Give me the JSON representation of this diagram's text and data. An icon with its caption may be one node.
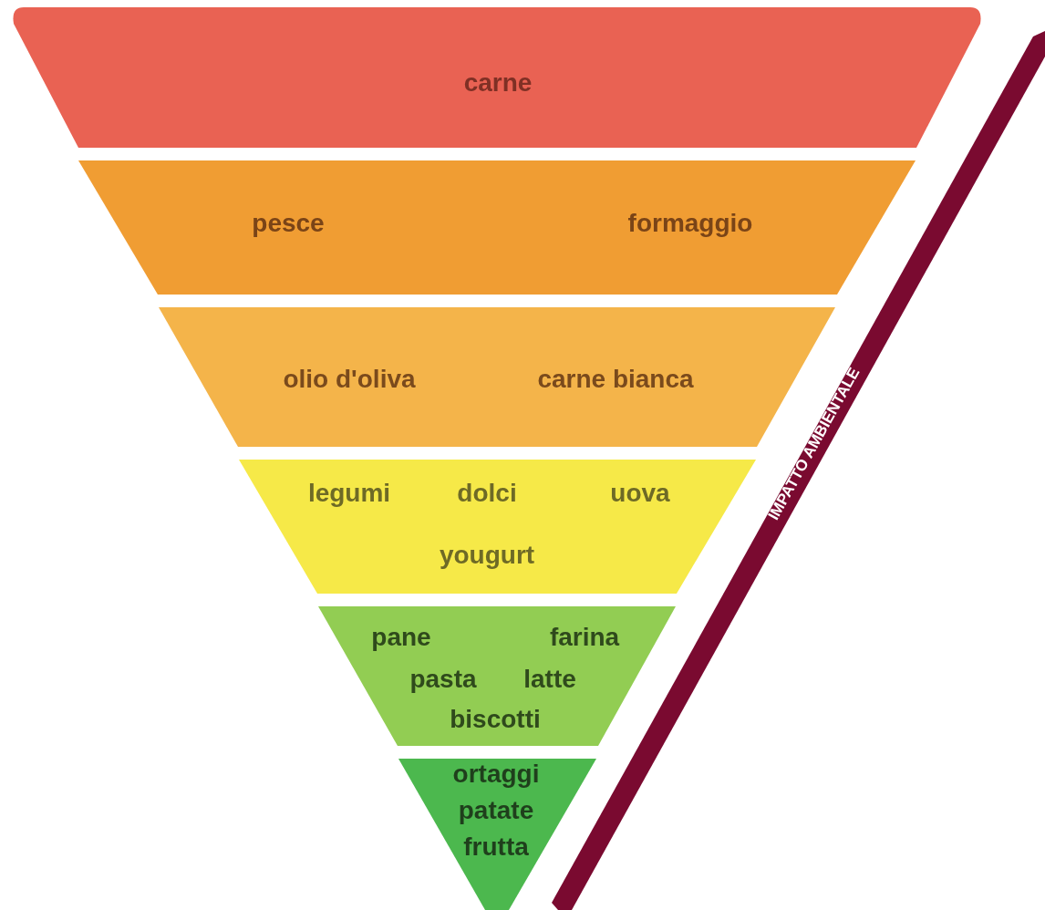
{
  "diagram": {
    "nodes": [
      {
        "text": [
          "carne"
        ]
      },
      {
        "text": [
          "pesce",
          "formaggio"
        ]
      },
      {
        "text": [
          "olio d'oliva",
          "carne bianca"
        ]
      },
      {
        "text": [
          "legumi",
          "dolci",
          "uova",
          "yougurt"
        ]
      },
      {
        "text": [
          "pane",
          "farina",
          "pasta",
          "latte",
          "biscotti"
        ]
      },
      {
        "text": [
          "ortaggi",
          "patate",
          "frutta"
        ]
      }
    ],
    "labels": [
      "IMPATTO AMBIENTALE"
    ]
  }
}
